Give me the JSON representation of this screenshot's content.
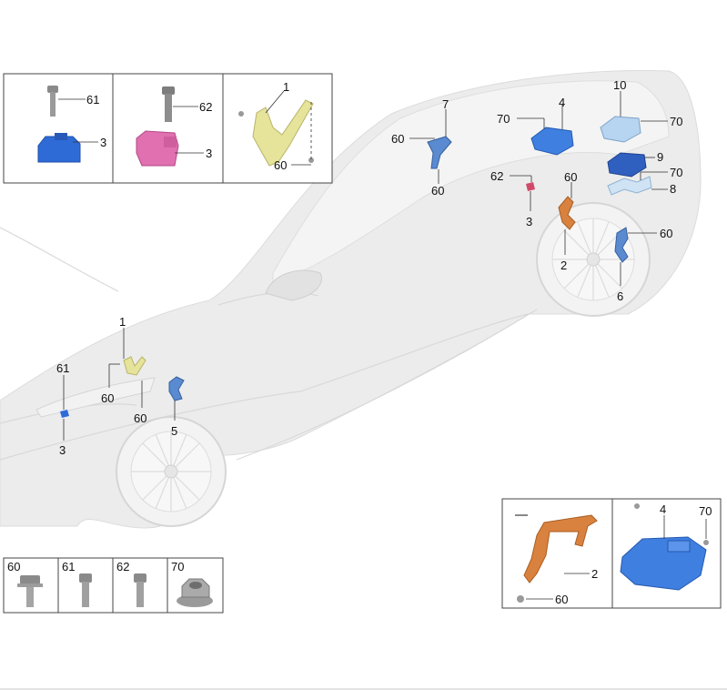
{
  "diagram": {
    "labels": {
      "box1_bolt": "61",
      "box1_sensor": "3",
      "box2_bolt": "62",
      "box2_sensor": "3",
      "box3_bracket": "1",
      "box3_bolt": "60",
      "rear_bracket_num": "7",
      "rear_bracket_top": "60",
      "rear_bracket_bottom": "60",
      "module4": "4",
      "module4_nut": "70",
      "module10": "10",
      "module10_nut": "70",
      "module9": "9",
      "bracket8": "8",
      "bracket8_nut": "70",
      "rear_sensor_bolt": "62",
      "rear_sensor": "3",
      "rear_lever_top": "60",
      "rear_lever": "2",
      "rear_link_bolt": "60",
      "rear_link": "6",
      "front_bracket": "1",
      "front_bracket_bolt_a": "60",
      "front_bracket_bolt_b": "60",
      "front_sensor_bolt": "61",
      "front_sensor": "3",
      "front_link": "5",
      "detail_lever": "2",
      "detail_lever_bolt": "60",
      "detail_module": "4",
      "detail_module_nut": "70"
    },
    "legend": [
      {
        "code": "60",
        "part": "flange-bolt"
      },
      {
        "code": "61",
        "part": "bolt"
      },
      {
        "code": "62",
        "part": "bolt"
      },
      {
        "code": "70",
        "part": "flange-nut"
      }
    ],
    "colors": {
      "sensor_blue": "#2f6bd6",
      "sensor_pink": "#e070b0",
      "bracket_yellow": "#e6e39a",
      "module_blue": "#3f7fe0",
      "module_lightblue": "#b7d4f0",
      "lever_orange": "#d9813e",
      "link_blue": "#5a8ad0"
    }
  }
}
